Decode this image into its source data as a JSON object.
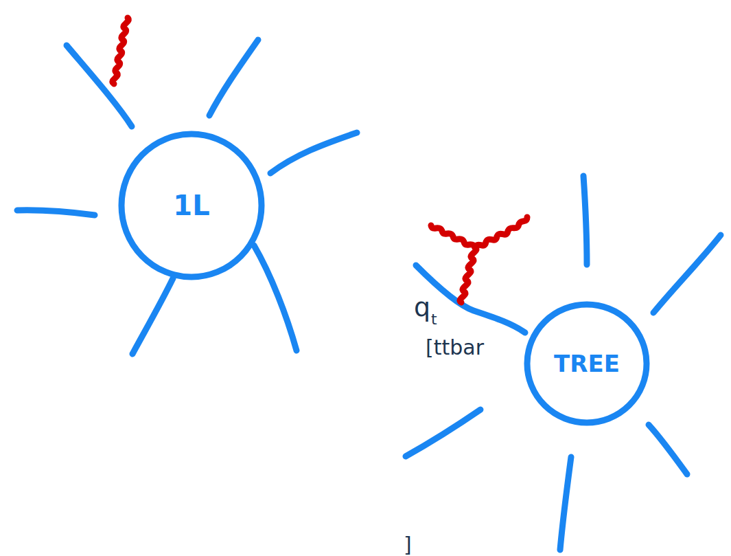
{
  "diagram": {
    "nodes": [
      {
        "text": [
          "1L"
        ]
      },
      {
        "text": [
          "TREE"
        ]
      }
    ],
    "labels": [
      "q",
      "t",
      "[ttbar",
      "]"
    ]
  }
}
